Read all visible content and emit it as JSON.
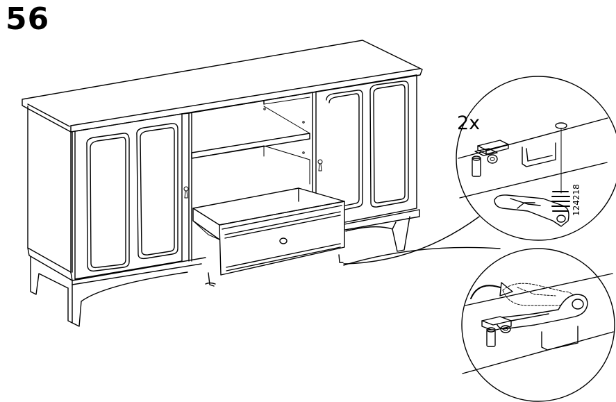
{
  "step": {
    "number": "56"
  },
  "detail_top": {
    "quantity": "2x",
    "part_code": "124218"
  },
  "detail_bottom": {}
}
